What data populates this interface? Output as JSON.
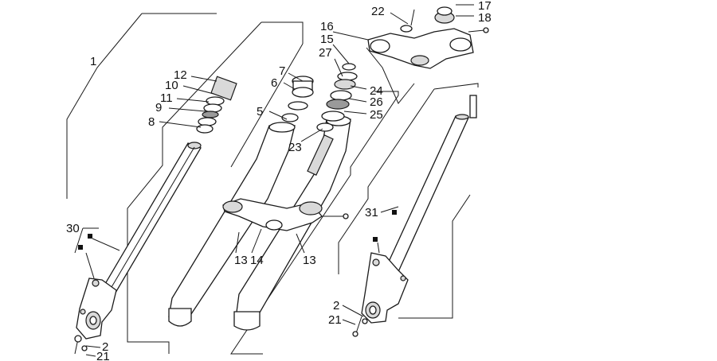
{
  "diagram": {
    "callouts": {
      "c1": "1",
      "c2a": "2",
      "c2b": "2",
      "c5": "5",
      "c6": "6",
      "c7": "7",
      "c8": "8",
      "c9": "9",
      "c10": "10",
      "c11": "11",
      "c12": "12",
      "c13a": "13",
      "c13b": "13",
      "c14": "14",
      "c15": "15",
      "c16": "16",
      "c17": "17",
      "c18": "18",
      "c21a": "21",
      "c21b": "21",
      "c22": "22",
      "c23": "23",
      "c24": "24",
      "c25": "25",
      "c26": "26",
      "c27": "27",
      "c30": "30",
      "c31": "31"
    }
  }
}
